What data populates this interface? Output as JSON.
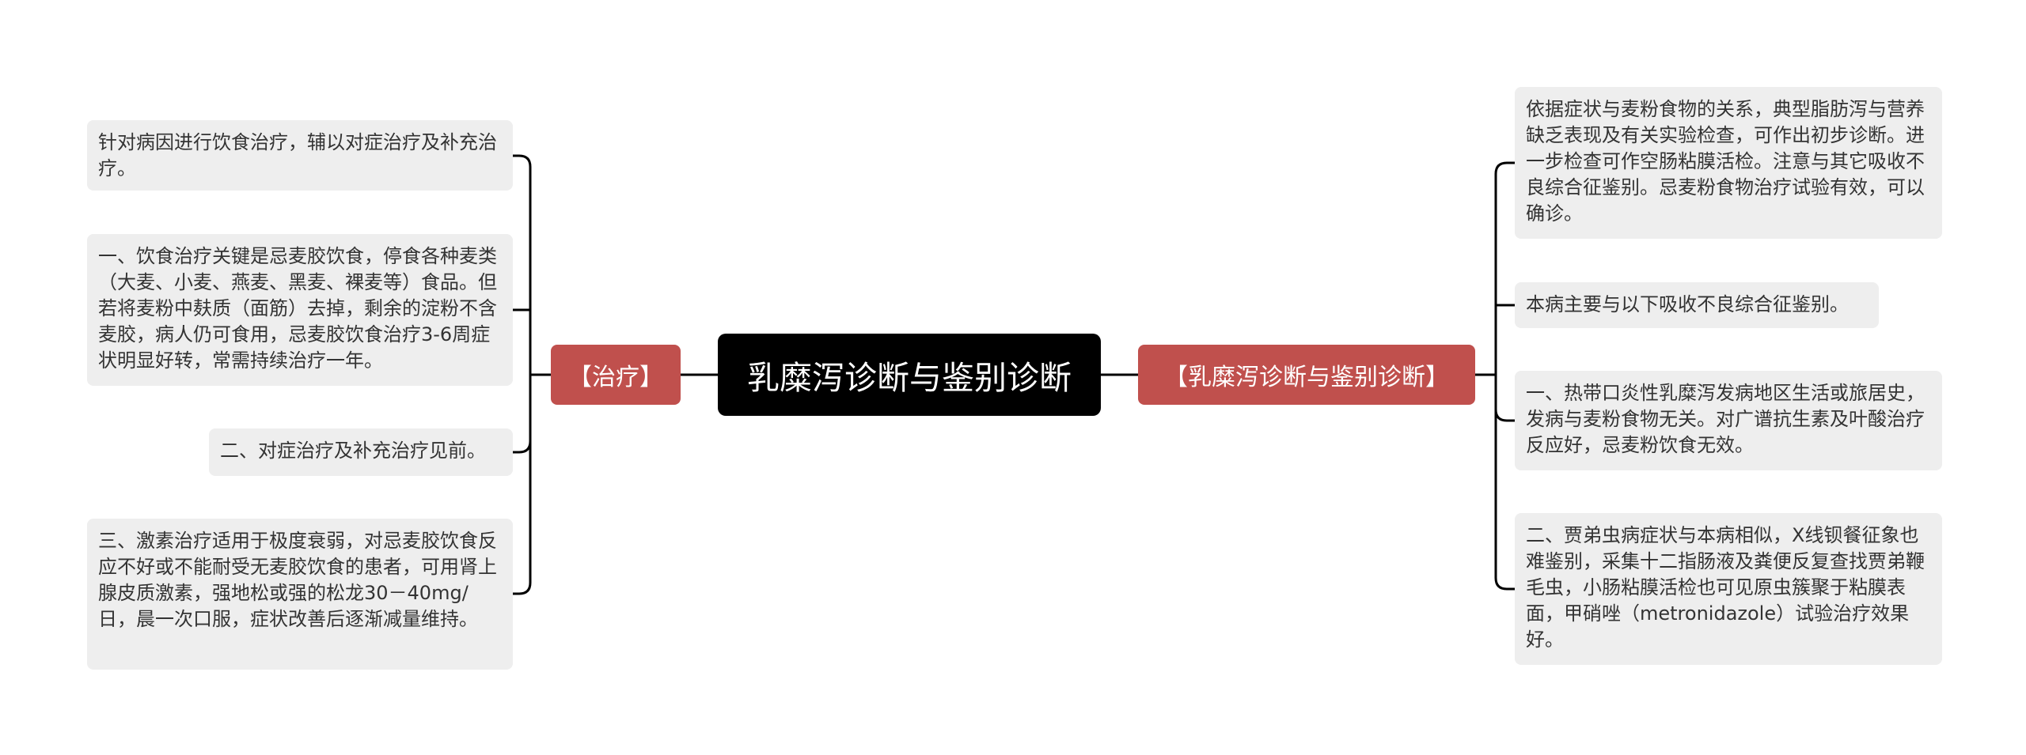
{
  "root": {
    "title": "乳糜泻诊断与鉴别诊断"
  },
  "branches": {
    "left": {
      "label": "【治疗】",
      "items": [
        "针对病因进行饮食治疗，辅以对症治疗及补充治疗。",
        "一、饮食治疗关键是忌麦胶饮食，停食各种麦类（大麦、小麦、燕麦、黑麦、裸麦等）食品。但若将麦粉中麸质（面筋）去掉，剩余的淀粉不含麦胶，病人仍可食用，忌麦胶饮食治疗3-6周症状明显好转，常需持续治疗一年。",
        "二、对症治疗及补充治疗见前。",
        "三、激素治疗适用于极度衰弱，对忌麦胶饮食反应不好或不能耐受无麦胶饮食的患者，可用肾上腺皮质激素，强地松或强的松龙30－40mg/日，晨一次口服，症状改善后逐渐减量维持。"
      ]
    },
    "right": {
      "label": "【乳糜泻诊断与鉴别诊断】",
      "items": [
        "依据症状与麦粉食物的关系，典型脂肪泻与营养缺乏表现及有关实验检查，可作出初步诊断。进一步检查可作空肠粘膜活检。注意与其它吸收不良综合征鉴别。忌麦粉食物治疗试验有效，可以确诊。",
        "本病主要与以下吸收不良综合征鉴别。",
        "一、热带口炎性乳糜泻发病地区生活或旅居史，发病与麦粉食物无关。对广谱抗生素及叶酸治疗反应好，忌麦粉饮食无效。",
        "二、贾弟虫病症状与本病相似，X线钡餐征象也难鉴别，采集十二指肠液及粪便反复查找贾弟鞭毛虫，小肠粘膜活检也可见原虫簇聚于粘膜表面，甲硝唑（metronidazole）试验治疗效果好。"
      ]
    }
  },
  "colors": {
    "root_bg": "#000000",
    "branch_bg": "#c0504d",
    "leaf_bg": "#eeeeee",
    "line": "#000000"
  }
}
